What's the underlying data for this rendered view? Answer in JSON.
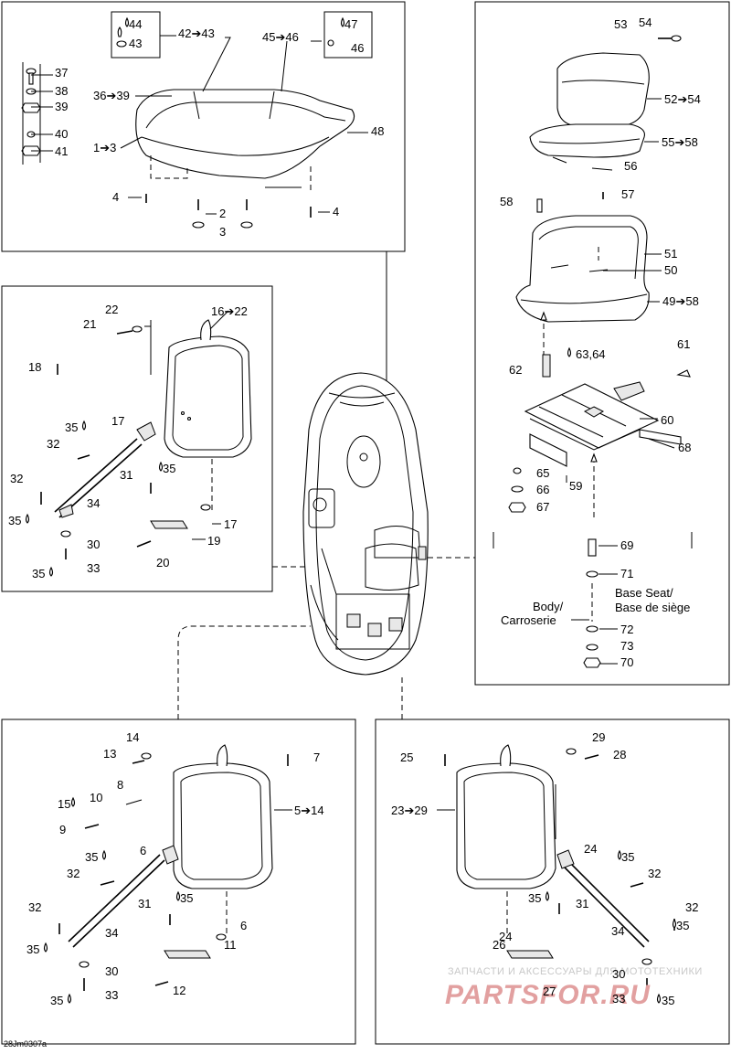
{
  "diagram": {
    "labels": {
      "l44": "44",
      "l43": "43",
      "l42_43": "42➔43",
      "l45_46": "45➔46",
      "l47": "47",
      "l46": "46",
      "l37": "37",
      "l38": "38",
      "l39": "39",
      "l36_39": "36➔39",
      "l40": "40",
      "l41": "41",
      "l1_3": "1➔3",
      "l48": "48",
      "l4a": "4",
      "l4b": "4",
      "l2": "2",
      "l3": "3",
      "l53": "53",
      "l54": "54",
      "l52_54": "52➔54",
      "l55_58": "55➔58",
      "l56": "56",
      "l58": "58",
      "l57": "57",
      "l51": "51",
      "l50": "50",
      "l49_58": "49➔58",
      "l63_64": "63,64",
      "l61": "61",
      "l62": "62",
      "l60": "60",
      "l68": "68",
      "l65": "65",
      "l66": "66",
      "l59": "59",
      "l67": "67",
      "l69": "69",
      "l71": "71",
      "l72": "72",
      "l73": "73",
      "l70": "70",
      "base_seat": "Base Seat/",
      "base_de_siege": "Base de siège",
      "body": "Body/",
      "carrosserie": "Carroserie",
      "l22": "22",
      "l16_22": "16➔22",
      "l21": "21",
      "l18": "18",
      "l17a": "17",
      "l35a": "35",
      "l32a": "32",
      "l31a": "31",
      "l35b": "35",
      "l32b": "32",
      "l34a": "34",
      "l35c": "35",
      "l17b": "17",
      "l19": "19",
      "l30a": "30",
      "l20": "20",
      "l35d": "35",
      "l33a": "33",
      "l14": "14",
      "l13": "13",
      "l7": "7",
      "l8": "8",
      "l5_14": "5➔14",
      "l15": "15",
      "l10": "10",
      "l9": "9",
      "l6a": "6",
      "l35e": "35",
      "l32c": "32",
      "l31b": "31",
      "l35f": "35",
      "l32d": "32",
      "l34b": "34",
      "l6b": "6",
      "l35g": "35",
      "l11": "11",
      "l30b": "30",
      "l12": "12",
      "l35h": "35",
      "l33b": "33",
      "l29a": "29",
      "l25": "25",
      "l28": "28",
      "l23_29": "23➔29",
      "l24a": "24",
      "l35i": "35",
      "l32e": "32",
      "l35j": "35",
      "l31c": "31",
      "l32f": "32",
      "l34c": "34",
      "l35k": "35",
      "l24b": "24",
      "l26": "26",
      "l27": "27",
      "l30c": "30",
      "l33c": "33",
      "l35l": "35",
      "ref": "28Jm0307a"
    },
    "watermark": {
      "line1": "ЗАПЧАСТИ И АКСЕССУАРЫ ДЛЯ МОТОТЕХНИКИ",
      "line2": "PARTSFOR.RU"
    }
  }
}
